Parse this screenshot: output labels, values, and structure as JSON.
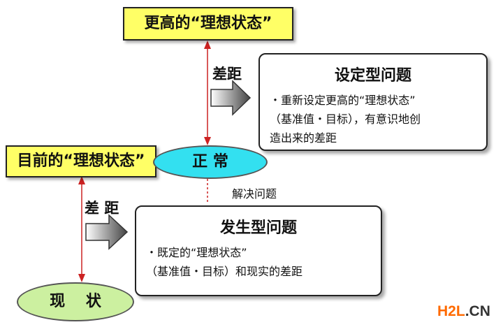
{
  "top_box": {
    "text": "更高的“理想状态”"
  },
  "current_box": {
    "text": "目前的“理想状态”"
  },
  "normal_ellipse": {
    "text": "正 常"
  },
  "reality_ellipse": {
    "text": "现　 状"
  },
  "gap_labels": {
    "upper": "差距",
    "lower": "差 距"
  },
  "solve_label": "解决问题",
  "setting_problem": {
    "title": "设定型问题",
    "lines": [
      "・重新设定更高的“理想状态”",
      "（基准值・目标），有意识地创",
      "造出来的差距"
    ]
  },
  "occurring_problem": {
    "title": "发生型问题",
    "lines": [
      "・既定的“理想状态”",
      "（基准值・目标）和现实的差距"
    ]
  },
  "watermark": {
    "prefix": "H2L",
    "suffix": ".CN"
  },
  "colors": {
    "yellow": "#ffff66",
    "cyan": "#33e0f0",
    "green": "#ccf0a0",
    "arrow_red": "#cc2222"
  }
}
